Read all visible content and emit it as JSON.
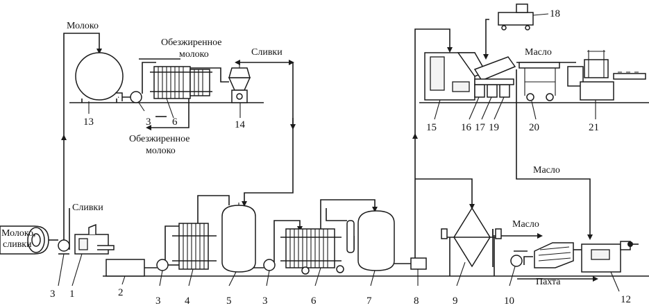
{
  "labels": {
    "milk": "Молоко",
    "skim_milk_top_1": "Обезжиренное",
    "skim_milk_top_2": "молоко",
    "cream_top": "Сливки",
    "skim_milk_bottom_1": "Обезжиренное",
    "skim_milk_bottom_2": "молоко",
    "cream_left": "Сливки",
    "milk_cream_1": "Молоко,",
    "milk_cream_2": "сливки",
    "butter_top": "Масло",
    "butter_mid": "Масло",
    "butter_low": "Масло",
    "buttermilk": "Пахта"
  },
  "numbers": {
    "n1": "1",
    "n2": "2",
    "n3a": "3",
    "n3b": "3",
    "n3c": "3",
    "n3d": "3",
    "n4": "4",
    "n5": "5",
    "n6a": "6",
    "n6b": "6",
    "n7": "7",
    "n8": "8",
    "n9": "9",
    "n10": "10",
    "n12": "12",
    "n13": "13",
    "n14": "14",
    "n15": "15",
    "n16": "16",
    "n17": "17",
    "n18": "18",
    "n19": "19",
    "n20": "20",
    "n21": "21"
  }
}
